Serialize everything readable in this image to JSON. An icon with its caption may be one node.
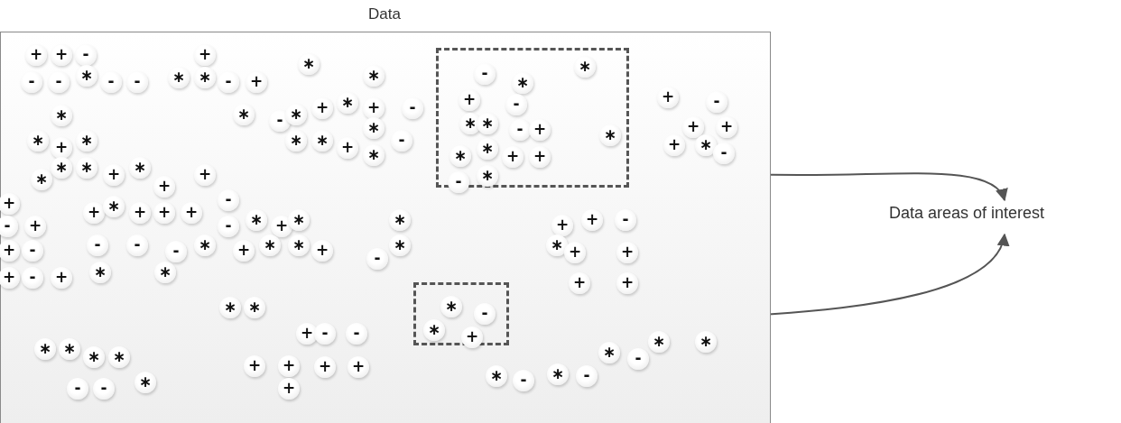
{
  "diagram": {
    "nodes": [
      {
        "text": [
          "Data"
        ]
      },
      {
        "text": [],
        "shape": "box",
        "in": 0
      },
      {
        "text": [],
        "shape": "box",
        "in": 0
      },
      {
        "text": [
          "Data areas of interest"
        ]
      },
      {
        "text": [
          "+"
        ],
        "in": 0
      },
      {
        "text": [
          "+"
        ],
        "in": 0
      },
      {
        "text": [
          "-"
        ],
        "in": 0
      },
      {
        "text": [
          "+"
        ],
        "in": 0
      },
      {
        "text": [
          "∗"
        ],
        "in": 0
      },
      {
        "text": [
          "-"
        ],
        "in": 0
      },
      {
        "text": [
          "-"
        ],
        "in": 0
      },
      {
        "text": [
          "∗"
        ],
        "in": 0
      },
      {
        "text": [
          "-"
        ],
        "in": 0
      },
      {
        "text": [
          "-"
        ],
        "in": 0
      },
      {
        "text": [
          "∗"
        ],
        "in": 0
      },
      {
        "text": [
          "∗"
        ],
        "in": 0
      },
      {
        "text": [
          "-"
        ],
        "in": 0
      },
      {
        "text": [
          "+"
        ],
        "in": 0
      },
      {
        "text": [
          "∗"
        ],
        "in": 0
      },
      {
        "text": [
          "∗"
        ],
        "in": 0
      },
      {
        "text": [
          "∗"
        ],
        "in": 0
      },
      {
        "text": [
          "-"
        ],
        "in": 0
      },
      {
        "text": [
          "∗"
        ],
        "in": 0
      },
      {
        "text": [
          "+"
        ],
        "in": 0
      },
      {
        "text": [
          "∗"
        ],
        "in": 0
      },
      {
        "text": [
          "+"
        ],
        "in": 0
      },
      {
        "text": [
          "-"
        ],
        "in": 0
      },
      {
        "text": [
          "∗"
        ],
        "in": 0
      },
      {
        "text": [
          "∗"
        ],
        "in": 0
      },
      {
        "text": [
          "+"
        ],
        "in": 0
      },
      {
        "text": [
          "∗"
        ],
        "in": 0
      },
      {
        "text": [
          "∗"
        ],
        "in": 0
      },
      {
        "text": [
          "∗"
        ],
        "in": 0
      },
      {
        "text": [
          "+"
        ],
        "in": 0
      },
      {
        "text": [
          "∗"
        ],
        "in": 0
      },
      {
        "text": [
          "-"
        ],
        "in": 0
      },
      {
        "text": [
          "+"
        ],
        "in": 0
      },
      {
        "text": [
          "-"
        ],
        "in": 0
      },
      {
        "text": [
          "+"
        ],
        "in": 0
      },
      {
        "text": [
          "+"
        ],
        "in": 0
      },
      {
        "text": [
          "+"
        ],
        "in": 0
      },
      {
        "text": [
          "∗"
        ],
        "in": 0
      },
      {
        "text": [
          "-"
        ],
        "in": 0
      },
      {
        "text": [
          "∗"
        ],
        "in": 0
      },
      {
        "text": [
          "∗"
        ],
        "in": 0
      },
      {
        "text": [
          "∗"
        ],
        "in": 0
      },
      {
        "text": [
          "+"
        ],
        "in": 0
      },
      {
        "text": [
          "∗"
        ],
        "in": 0
      },
      {
        "text": [
          "+"
        ],
        "in": 0
      },
      {
        "text": [
          "+"
        ],
        "in": 0
      },
      {
        "text": [
          "-"
        ],
        "in": 0
      },
      {
        "text": [
          "+"
        ],
        "in": 0
      },
      {
        "text": [
          "+"
        ],
        "in": 0
      },
      {
        "text": [
          "∗"
        ],
        "in": 0
      },
      {
        "text": [
          "+"
        ],
        "in": 0
      },
      {
        "text": [
          "+"
        ],
        "in": 0
      },
      {
        "text": [
          "+"
        ],
        "in": 0
      },
      {
        "text": [
          "-"
        ],
        "in": 0
      },
      {
        "text": [
          "+"
        ],
        "in": 0
      },
      {
        "text": [
          "-"
        ],
        "in": 0
      },
      {
        "text": [
          "∗"
        ],
        "in": 0
      },
      {
        "text": [
          "+"
        ],
        "in": 0
      },
      {
        "text": [
          "∗"
        ],
        "in": 0
      },
      {
        "text": [
          "∗"
        ],
        "in": 0
      },
      {
        "text": [
          "+"
        ],
        "in": 0
      },
      {
        "text": [
          "+"
        ],
        "in": 0
      },
      {
        "text": [
          "-"
        ],
        "in": 0
      },
      {
        "text": [
          "+"
        ],
        "in": 0
      },
      {
        "text": [
          "-"
        ],
        "in": 0
      },
      {
        "text": [
          "-"
        ],
        "in": 0
      },
      {
        "text": [
          "-"
        ],
        "in": 0
      },
      {
        "text": [
          "-"
        ],
        "in": 0
      },
      {
        "text": [
          "∗"
        ],
        "in": 0
      },
      {
        "text": [
          "+"
        ],
        "in": 0
      },
      {
        "text": [
          "∗"
        ],
        "in": 0
      },
      {
        "text": [
          "∗"
        ],
        "in": 0
      },
      {
        "text": [
          "+"
        ],
        "in": 0
      },
      {
        "text": [
          "-"
        ],
        "in": 0
      },
      {
        "text": [
          "∗"
        ],
        "in": 0
      },
      {
        "text": [
          "∗"
        ],
        "in": 0
      },
      {
        "text": [
          "+"
        ],
        "in": 0
      },
      {
        "text": [
          "+"
        ],
        "in": 0
      },
      {
        "text": [
          "+"
        ],
        "in": 0
      },
      {
        "text": [
          "-"
        ],
        "in": 0
      },
      {
        "text": [
          "+"
        ],
        "in": 0
      },
      {
        "text": [
          "∗"
        ],
        "in": 0
      },
      {
        "text": [
          "∗"
        ],
        "in": 0
      },
      {
        "text": [
          "+"
        ],
        "in": 0
      },
      {
        "text": [
          "+"
        ],
        "in": 0
      },
      {
        "text": [
          "∗"
        ],
        "in": 0
      },
      {
        "text": [
          "∗"
        ],
        "in": 0
      },
      {
        "text": [
          "+"
        ],
        "in": 0
      },
      {
        "text": [
          "-"
        ],
        "in": 0
      },
      {
        "text": [
          "-"
        ],
        "in": 0
      },
      {
        "text": [
          "∗"
        ],
        "in": 0
      },
      {
        "text": [
          "∗"
        ],
        "in": 0
      },
      {
        "text": [
          "∗"
        ],
        "in": 0
      },
      {
        "text": [
          "∗"
        ],
        "in": 0
      },
      {
        "text": [
          "∗"
        ],
        "in": 0
      },
      {
        "text": [
          "∗"
        ],
        "in": 0
      },
      {
        "text": [
          "∗"
        ],
        "in": 0
      },
      {
        "text": [
          "-"
        ],
        "in": 0
      },
      {
        "text": [
          "+"
        ],
        "in": 0
      },
      {
        "text": [
          "+"
        ],
        "in": 0
      },
      {
        "text": [
          "+"
        ],
        "in": 0
      },
      {
        "text": [
          "+"
        ],
        "in": 0
      },
      {
        "text": [
          "∗"
        ],
        "in": 0
      },
      {
        "text": [
          "-"
        ],
        "in": 0
      },
      {
        "text": [
          "∗"
        ],
        "in": 0
      },
      {
        "text": [
          "-"
        ],
        "in": 0
      },
      {
        "text": [
          "-"
        ],
        "in": 0
      },
      {
        "text": [
          "-"
        ],
        "in": 0
      },
      {
        "text": [
          "∗"
        ],
        "in": 0
      },
      {
        "text": [
          "+"
        ],
        "in": 0
      },
      {
        "text": [
          "-"
        ],
        "in": 1
      },
      {
        "text": [
          "∗"
        ],
        "in": 1
      },
      {
        "text": [
          "∗"
        ],
        "in": 1
      },
      {
        "text": [
          "+"
        ],
        "in": 1
      },
      {
        "text": [
          "-"
        ],
        "in": 1
      },
      {
        "text": [
          "∗"
        ],
        "in": 1
      },
      {
        "text": [
          "∗"
        ],
        "in": 1
      },
      {
        "text": [
          "-"
        ],
        "in": 1
      },
      {
        "text": [
          "+"
        ],
        "in": 1
      },
      {
        "text": [
          "∗"
        ],
        "in": 1
      },
      {
        "text": [
          "∗"
        ],
        "in": 1
      },
      {
        "text": [
          "∗"
        ],
        "in": 1
      },
      {
        "text": [
          "+"
        ],
        "in": 1
      },
      {
        "text": [
          "+"
        ],
        "in": 1
      },
      {
        "text": [
          "-"
        ],
        "in": 1
      },
      {
        "text": [
          "∗"
        ],
        "in": 1
      },
      {
        "text": [
          "∗"
        ],
        "in": 2
      },
      {
        "text": [
          "-"
        ],
        "in": 2
      },
      {
        "text": [
          "∗"
        ],
        "in": 2
      },
      {
        "text": [
          "+"
        ],
        "in": 2
      }
    ],
    "edges": [
      {
        "from": 1,
        "to": 3,
        "arrow": "to"
      },
      {
        "from": 2,
        "to": 3,
        "arrow": "to"
      }
    ]
  }
}
